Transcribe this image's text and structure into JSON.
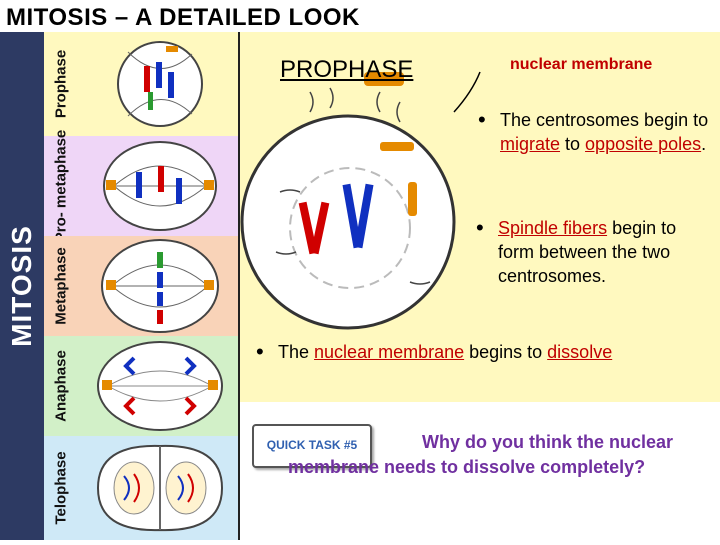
{
  "title": "MITOSIS – A DETAILED LOOK",
  "side_label": "MITOSIS",
  "stages": [
    {
      "label": "Prophase",
      "color": "#fff9bf"
    },
    {
      "label": "Pro- metaphase",
      "color": "#efd6f7"
    },
    {
      "label": "Metaphase",
      "color": "#f9d3b8"
    },
    {
      "label": "Anaphase",
      "color": "#d2f0c8"
    },
    {
      "label": "Telophase",
      "color": "#cfe9f7"
    }
  ],
  "main": {
    "stage_title": "PROPHASE",
    "membrane_label": "nuclear membrane",
    "bullet1": {
      "pre": "The centrosomes begin to ",
      "blank1": "migrate",
      "mid": " to ",
      "blank2": "opposite poles",
      "post": "."
    },
    "bullet2": {
      "blank": "Spindle fibers",
      "post": " begin to form between the two centrosomes."
    },
    "bullet3": {
      "pre": "The ",
      "blank1": "nuclear membrane",
      "mid": " begins to ",
      "blank2": "dissolve"
    }
  },
  "quick_task": {
    "label": "QUICK TASK #5",
    "question": "Why do you think the nuclear membrane needs to dissolve completely?"
  },
  "colors": {
    "accent_red": "#c00000",
    "question_purple": "#7030a0",
    "side_navy": "#2d3a63"
  }
}
